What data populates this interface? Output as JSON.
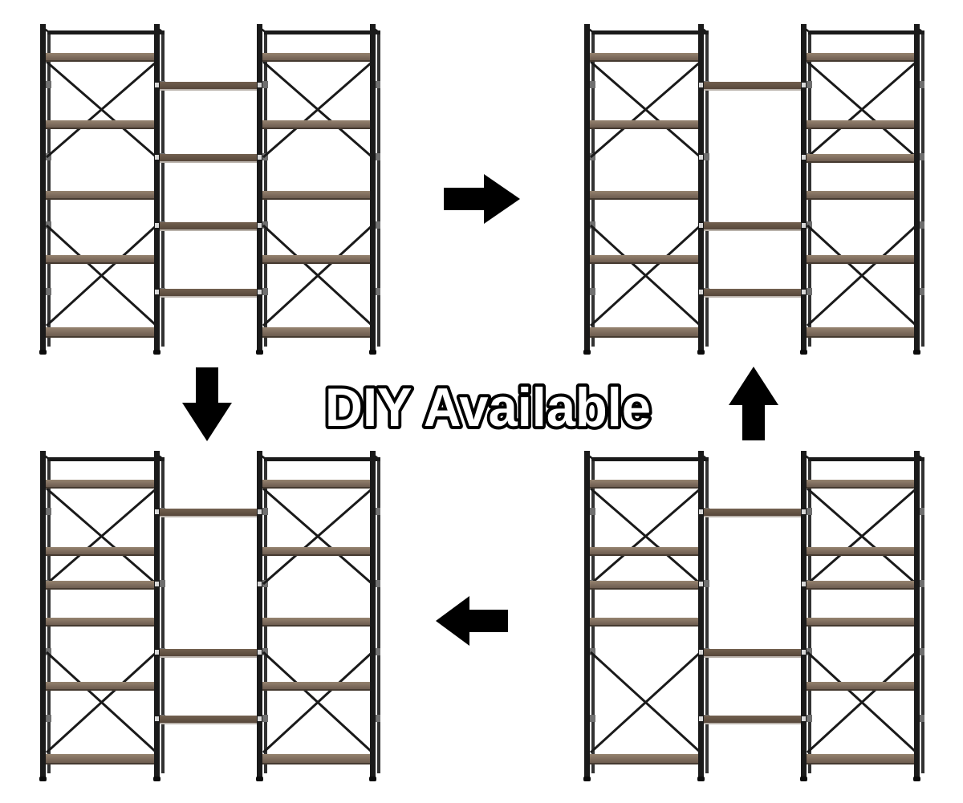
{
  "page": {
    "background": "#ffffff"
  },
  "title": {
    "text": "DIY Available"
  },
  "colors": {
    "frame": "#1a1a1a",
    "frame_back": "#323232",
    "wood_top": "#95836f",
    "wood_mid": "#7d6b5c",
    "wood_bottom": "#655549",
    "wood_edge": "#453a30",
    "middle_wood_top": "#72604f",
    "middle_wood_bottom": "#56473a",
    "shelf_underline": "#b9b2ab",
    "bracket": "#6f6f6f",
    "notch": "#d9d9d9",
    "foot": "#0b0b0b",
    "arrow": "#000000",
    "title_fill": "#ffffff",
    "title_outline": "#000000"
  },
  "shelf_levels": {
    "s1": 44,
    "s2": 128,
    "s3": 216,
    "s4": 296,
    "s5": 386,
    "m1": 80,
    "m2": 170,
    "m3": 255,
    "m4": 338
  },
  "units": [
    {
      "position": "top-left",
      "left_tower": [
        "s1",
        "s2",
        "s3",
        "s4",
        "s5"
      ],
      "middle_shelves": [
        "m1",
        "m2",
        "m3",
        "m4"
      ],
      "right_tower": [
        "s1",
        "s2",
        "s3",
        "s4",
        "s5"
      ]
    },
    {
      "position": "top-right",
      "left_tower": [
        "s1",
        "s2",
        "s3",
        "s4",
        "s5"
      ],
      "middle_shelves": [
        "m1",
        "m3",
        "m4"
      ],
      "right_tower": [
        "s1",
        "s2",
        "m2",
        "s3",
        "s4",
        "s5"
      ]
    },
    {
      "position": "bottom-left",
      "left_tower": [
        "s1",
        "s2",
        "m2",
        "s3",
        "s4",
        "s5"
      ],
      "middle_shelves": [
        "m1",
        "m3",
        "m4"
      ],
      "right_tower": [
        "s1",
        "s2",
        "s3",
        "s4",
        "s5"
      ]
    },
    {
      "position": "bottom-right",
      "left_tower": [
        "s1",
        "s2",
        "m2",
        "s3",
        "s5"
      ],
      "middle_shelves": [
        "m1",
        "m3",
        "m4"
      ],
      "right_tower": [
        "s1",
        "s2",
        "m2",
        "s3",
        "s4",
        "s5"
      ]
    }
  ],
  "arrows": [
    {
      "direction": "right",
      "position": "top-center"
    },
    {
      "direction": "up",
      "position": "right-middle"
    },
    {
      "direction": "down",
      "position": "left-middle"
    },
    {
      "direction": "left",
      "position": "bottom-center"
    }
  ]
}
